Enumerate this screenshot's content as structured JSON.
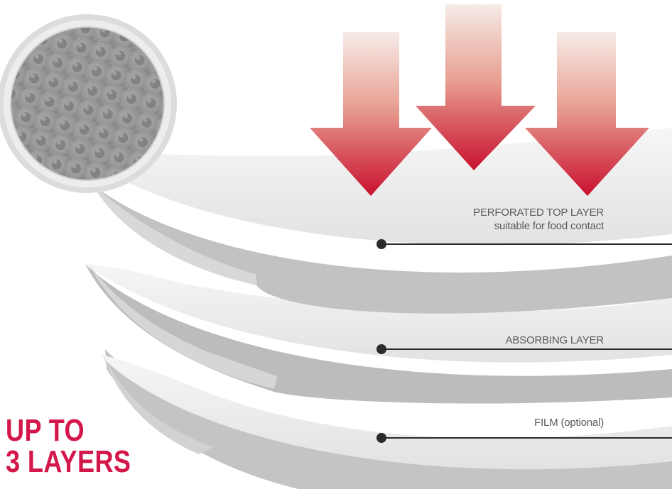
{
  "layers": [
    {
      "id": "top",
      "title": "PERFORATED TOP LAYER",
      "subtitle": "suitable for food contact"
    },
    {
      "id": "absorbing",
      "title": "ABSORBING LAYER"
    },
    {
      "id": "film",
      "title": "FILM (optional)"
    }
  ],
  "headline": {
    "line1": "UP TO",
    "line2": "3 LAYERS"
  },
  "colors": {
    "accent": "#d4174a",
    "arrow_top": "#f3ded8",
    "arrow_bottom": "#c8102e",
    "layer_face": "#ececec",
    "layer_edge": "#bdbdbd",
    "callout_line": "#2b2b2b"
  },
  "icons": [
    "pressure-arrow-icon",
    "perforated-texture-magnifier"
  ]
}
